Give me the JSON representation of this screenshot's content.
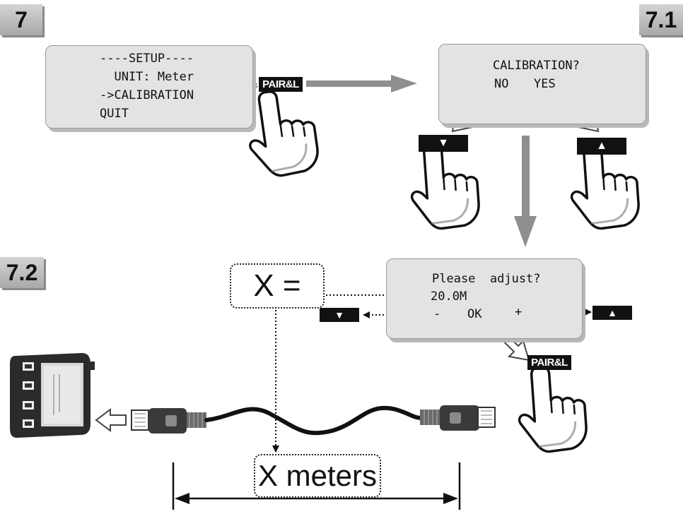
{
  "steps": {
    "s7": "7",
    "s71": "7.1",
    "s72": "7.2"
  },
  "screen_setup": {
    "line1": "----SETUP----",
    "line2": "  UNIT: Meter",
    "line3": "->CALIBRATION",
    "line4": "QUIT"
  },
  "screen_calibration": {
    "question": "CALIBRATION?",
    "no": "NO",
    "yes": "YES"
  },
  "screen_adjust": {
    "question": "Please  adjust?",
    "value": "20.0M",
    "minus": "-",
    "ok": "OK",
    "plus": "+"
  },
  "keys": {
    "pair": "PAIR&L",
    "down": "▼",
    "up": "▲"
  },
  "labels": {
    "x_equals": "X =",
    "x_meters": "X meters"
  },
  "colors": {
    "lcd_bg": "#e3e3e3",
    "arrow_gray": "#8f8f8f",
    "key_black": "#111111"
  }
}
